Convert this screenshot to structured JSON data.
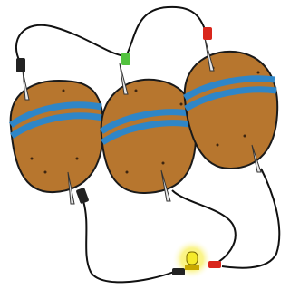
{
  "potatoes": [
    {
      "id": "potato-1"
    },
    {
      "id": "potato-2"
    },
    {
      "id": "potato-3"
    }
  ],
  "connector_colors": {
    "black": "#222222",
    "green": "#52c23e",
    "red": "#d9261c"
  },
  "colors": {
    "potato_fill": "#b7762e",
    "potato_outline": "#1a1a1a",
    "rubber_band": "#2f86c7",
    "rubber_band_dark": "#1e5f94",
    "wire": "#111111",
    "bulb_glow": "#f7ee57",
    "bulb": "#f5ea2a",
    "electrode": "#e8e8e8"
  },
  "led_state": "lit"
}
